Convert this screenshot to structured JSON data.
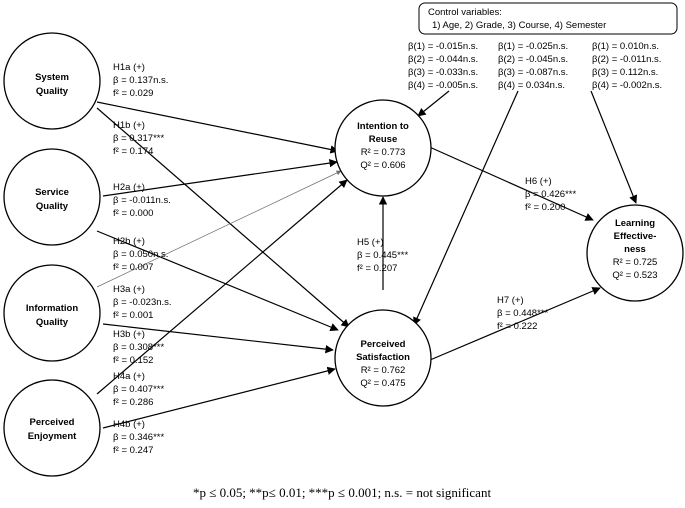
{
  "nodes": {
    "system_quality": {
      "label": [
        "System",
        "Quality"
      ]
    },
    "service_quality": {
      "label": [
        "Service",
        "Quality"
      ]
    },
    "information_quality": {
      "label": [
        "Information",
        "Quality"
      ]
    },
    "perceived_enjoyment": {
      "label": [
        "Perceived",
        "Enjoyment"
      ]
    },
    "intention_to_reuse": {
      "label": [
        "Intention to",
        "Reuse"
      ],
      "stats": [
        "R² = 0.773",
        "Q² = 0.606"
      ]
    },
    "perceived_satisfaction": {
      "label": [
        "Perceived",
        "Satisfaction"
      ],
      "stats": [
        "R² = 0.762",
        "Q² = 0.475"
      ]
    },
    "learning_effectiveness": {
      "label": [
        "Learning",
        "Effective-",
        "ness"
      ],
      "stats": [
        "R² = 0.725",
        "Q² = 0.523"
      ]
    }
  },
  "control_box": {
    "title": "Control variables:",
    "items": "1) Age, 2) Grade, 3) Course, 4) Semester"
  },
  "control_effects": [
    [
      "β(1) = -0.015n.s.",
      "β(2) = -0.044n.s.",
      "β(3) = -0.033n.s.",
      "β(4) = -0.005n.s."
    ],
    [
      "β(1) = -0.025n.s.",
      "β(2) = -0.045n.s.",
      "β(3) = -0.087n.s.",
      "β(4) = 0.034n.s."
    ],
    [
      "β(1) = 0.010n.s.",
      "β(2) = -0.011n.s.",
      "β(3) = 0.112n.s.",
      "β(4) = -0.002n.s."
    ]
  ],
  "paths": {
    "H1a": [
      "H1a (+)",
      "β = 0.137n.s.",
      "f² = 0.029"
    ],
    "H1b": [
      "H1b (+)",
      "β = 0.317***",
      "f² = 0.174"
    ],
    "H2a": [
      "H2a (+)",
      "β = -0.011n.s.",
      "f² = 0.000"
    ],
    "H2b": [
      "H2b (+)",
      "β = 0.050n.s.",
      "f² = 0.007"
    ],
    "H3a": [
      "H3a (+)",
      "β = -0.023n.s.",
      "f² = 0.001"
    ],
    "H3b": [
      "H3b (+)",
      "β = 0.308***",
      "f² = 0.152"
    ],
    "H4a": [
      "H4a (+)",
      "β = 0.407***",
      "f² = 0.286"
    ],
    "H4b": [
      "H4b (+)",
      "β = 0.346***",
      "f² = 0.247"
    ],
    "H5": [
      "H5 (+)",
      "β = 0.445***",
      "f² = 0.207"
    ],
    "H6": [
      "H6 (+)",
      "β = 0.426***",
      "f² = 0.200"
    ],
    "H7": [
      "H7 (+)",
      "β = 0.448***",
      "f² = 0.222"
    ]
  },
  "footnote": "*p ≤ 0.05; **p≤ 0.01; ***p ≤ 0.001; n.s. = not significant"
}
